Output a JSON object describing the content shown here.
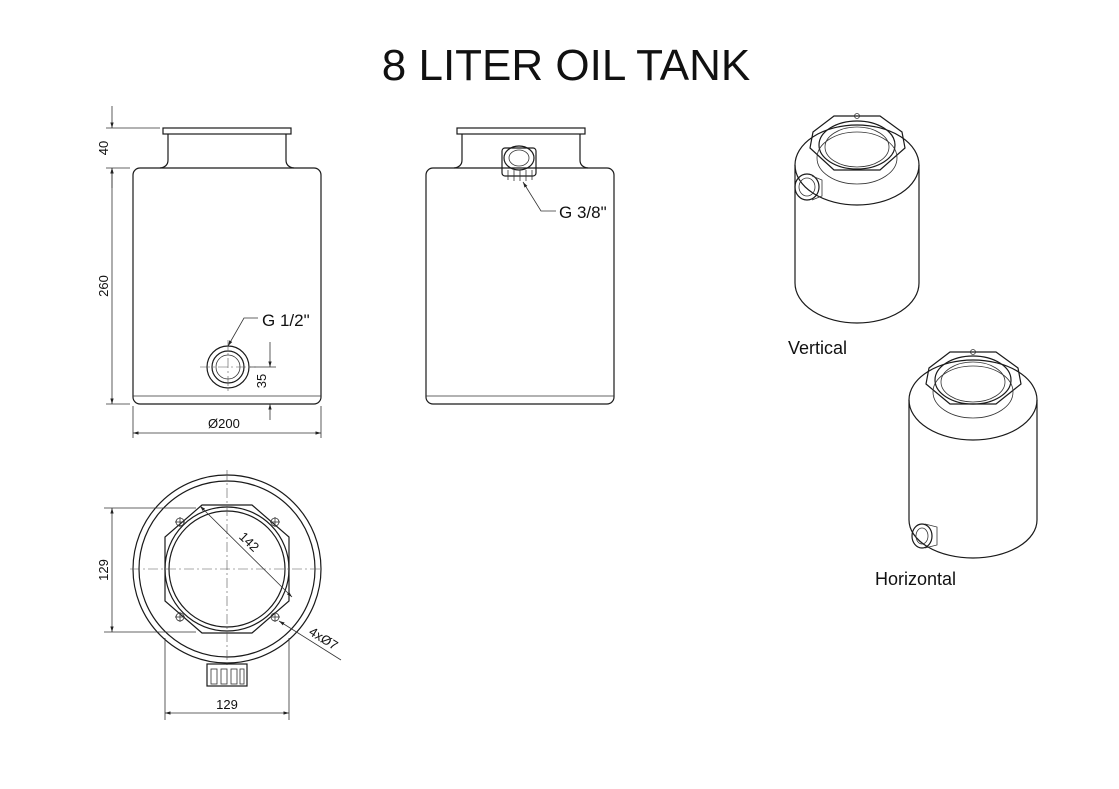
{
  "title": "8 LITER OIL TANK",
  "front_view": {
    "dim_flange_height": "40",
    "dim_body_height": "260",
    "dim_port_height": "35",
    "dim_diameter": "200",
    "diameter_symbol": "Ø",
    "port_label": "G 1/2\""
  },
  "side_view": {
    "port_label": "G 3/8\""
  },
  "top_view": {
    "dim_vertical": "129",
    "dim_horizontal": "129",
    "dim_diagonal": "142",
    "dim_holes": "4xØ7"
  },
  "iso_views": {
    "vertical_caption": "Vertical",
    "horizontal_caption": "Horizontal"
  },
  "colors": {
    "line": "#1a1a1a",
    "background": "#ffffff"
  }
}
